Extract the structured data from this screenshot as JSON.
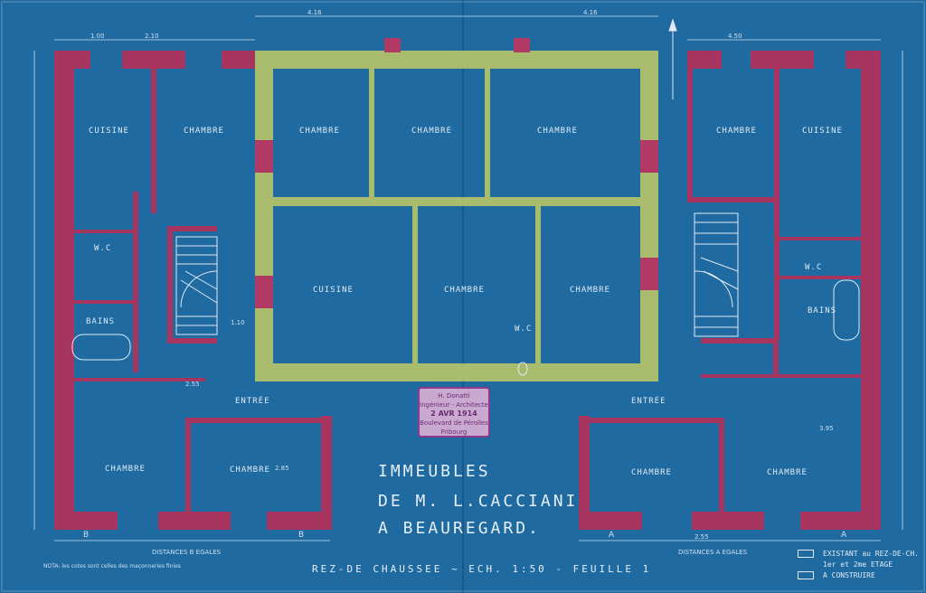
{
  "rooms": {
    "cuisine_l": "CUISINE",
    "chambre_tl": "CHAMBRE",
    "wc_l": "W.C",
    "bains_l": "BAINS",
    "chambre_bl1": "CHAMBRE",
    "chambre_bl2": "CHAMBRE",
    "chambre_c1": "CHAMBRE",
    "chambre_c2": "CHAMBRE",
    "chambre_c3": "CHAMBRE",
    "cuisine_c": "CUISINE",
    "chambre_c4": "CHAMBRE",
    "wc_c": "W.C",
    "chambre_c5": "CHAMBRE",
    "chambre_tr": "CHAMBRE",
    "cuisine_r": "CUISINE",
    "wc_r": "W.C",
    "bains_r": "BAINS",
    "chambre_br1": "CHAMBRE",
    "chambre_br2": "CHAMBRE",
    "entree_l": "ENTRÉE",
    "entree_r": "ENTRÉE"
  },
  "dims": {
    "d1": "4.16",
    "d2": "4.16",
    "d3": "2.10",
    "d4": "1.00",
    "d5": "4.50",
    "d6": "1.10",
    "d7": "3.95",
    "d8": "2.55",
    "d9": "2.55",
    "d10": "2.85",
    "b_l": "B",
    "b_r": "B",
    "a_l": "A",
    "a_r": "A",
    "distances_b": "DISTANCES B EGALES",
    "distances_a": "DISTANCES A EGALES",
    "nota": "NOTA: les cotes sont celles des maçonneries finies"
  },
  "title": {
    "line1": "IMMEUBLES",
    "line2": "DE M. L.CACCIANI",
    "line3": "A BEAUREGARD.",
    "subtitle": "REZ-DE CHAUSSEE ~ ECH. 1:50 - FEUILLE 1"
  },
  "stamp": {
    "line1": "H. Donatti",
    "line2": "Ingénieur - Architecte",
    "date": "2 AVR 1914",
    "line4": "Boulevard de Pérolles",
    "line5": "Fribourg"
  },
  "legend": [
    "EXISTANT au REZ-DE-CH.",
    "1er et 2me ETAGE",
    "A CONSTRUIRE"
  ]
}
